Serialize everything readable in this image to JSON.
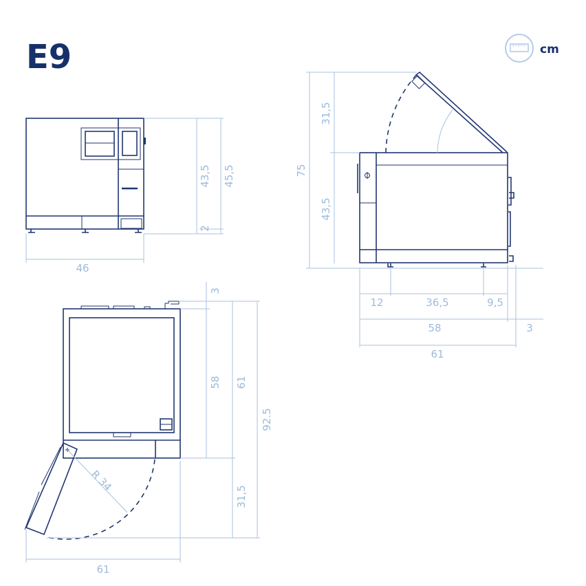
{
  "title": "E9",
  "unit": {
    "icon": "ruler-icon",
    "label": "cm"
  },
  "colors": {
    "outline": "#1f3670",
    "dimension": "#a8c2de",
    "title": "#17306b"
  },
  "front_view": {
    "body_height": "43,5",
    "total_height": "45,5",
    "feet_height": "2",
    "width": "46"
  },
  "side_view": {
    "total_height_open": "75",
    "lid_opening": "31,5",
    "body_height": "43,5",
    "front_to_foot": "12",
    "foot_spacing": "36,5",
    "foot_to_back": "9,5",
    "depth": "58",
    "rear_protrusion": "3",
    "total_depth": "61"
  },
  "top_view": {
    "rear_protrusion": "3",
    "depth": "58",
    "total_depth": "61",
    "total_depth_open": "92.5",
    "door_swing": "31,5",
    "door_radius": "R 34",
    "total_width_open": "61"
  }
}
